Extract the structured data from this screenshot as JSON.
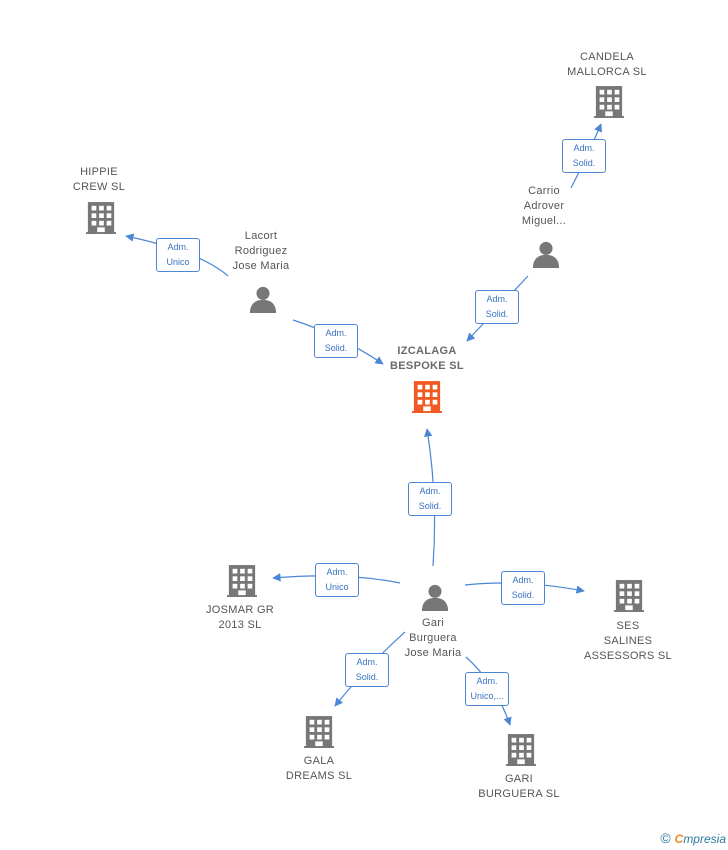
{
  "colors": {
    "building": "#777777",
    "central_building": "#f15a22",
    "person": "#777777",
    "edge": "#4a86d4"
  },
  "nodes": [
    {
      "id": "izcalaga",
      "kind": "company",
      "central": true,
      "label": "IZCALAGA\nBESPOKE  SL"
    },
    {
      "id": "candela",
      "kind": "company",
      "label": "CANDELA\nMALLORCA  SL"
    },
    {
      "id": "hippie",
      "kind": "company",
      "label": "HIPPIE\nCREW  SL"
    },
    {
      "id": "josmar",
      "kind": "company",
      "label": "JOSMAR GR\n2013  SL"
    },
    {
      "id": "ses",
      "kind": "company",
      "label": "SES\nSALINES\nASSESSORS SL"
    },
    {
      "id": "gala",
      "kind": "company",
      "label": "GALA\nDREAMS  SL"
    },
    {
      "id": "gari_sl",
      "kind": "company",
      "label": "GARI\nBURGUERA SL"
    },
    {
      "id": "lacort",
      "kind": "person",
      "label": "Lacort\nRodriguez\nJose Maria"
    },
    {
      "id": "carrio",
      "kind": "person",
      "label": "Carrio\nAdrover\nMiguel..."
    },
    {
      "id": "gari",
      "kind": "person",
      "label": "Gari\nBurguera\nJose Maria"
    }
  ],
  "edges": [
    {
      "from": "lacort",
      "to": "hippie",
      "label": "Adm.\nUnico"
    },
    {
      "from": "lacort",
      "to": "izcalaga",
      "label": "Adm.\nSolid."
    },
    {
      "from": "carrio",
      "to": "candela",
      "label": "Adm.\nSolid."
    },
    {
      "from": "carrio",
      "to": "izcalaga",
      "label": "Adm.\nSolid."
    },
    {
      "from": "gari",
      "to": "izcalaga",
      "label": "Adm.\nSolid."
    },
    {
      "from": "gari",
      "to": "josmar",
      "label": "Adm.\nUnico"
    },
    {
      "from": "gari",
      "to": "ses",
      "label": "Adm.\nSolid."
    },
    {
      "from": "gari",
      "to": "gala",
      "label": "Adm.\nSolid."
    },
    {
      "from": "gari",
      "to": "gari_sl",
      "label": "Adm.\nUnico,..."
    }
  ],
  "brand": {
    "copyright": "©",
    "first_letter": "C",
    "rest": "mpresia"
  }
}
